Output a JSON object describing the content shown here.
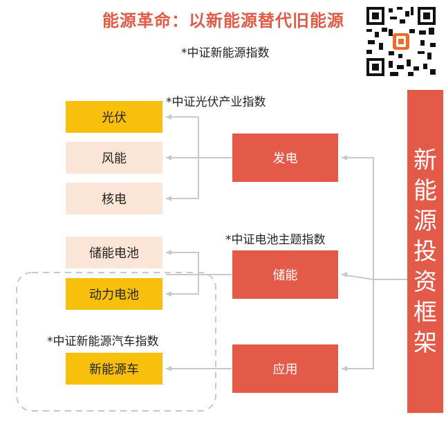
{
  "title": "能源革命：以新能源替代旧能源",
  "index_main": "*中证新能源指数",
  "index_pv": "*中证光伏产业指数",
  "index_battery": "*中证电池主题指数",
  "index_nev": "*中证新能源汽车指数",
  "framework_label": [
    "新",
    "能",
    "源",
    "投",
    "资",
    "框",
    "架"
  ],
  "categories": {
    "power": "发电",
    "storage": "储能",
    "application": "应用"
  },
  "items": {
    "pv": "光伏",
    "wind": "风能",
    "nuclear": "核电",
    "storage_battery": "储能电池",
    "power_battery": "动力电池",
    "nev": "新能源车"
  },
  "colors": {
    "title": "#e05a45",
    "gold": "#f8c00c",
    "peach": "#fbe5d6",
    "red": "#e45a48",
    "line": "#c8c8c8"
  }
}
